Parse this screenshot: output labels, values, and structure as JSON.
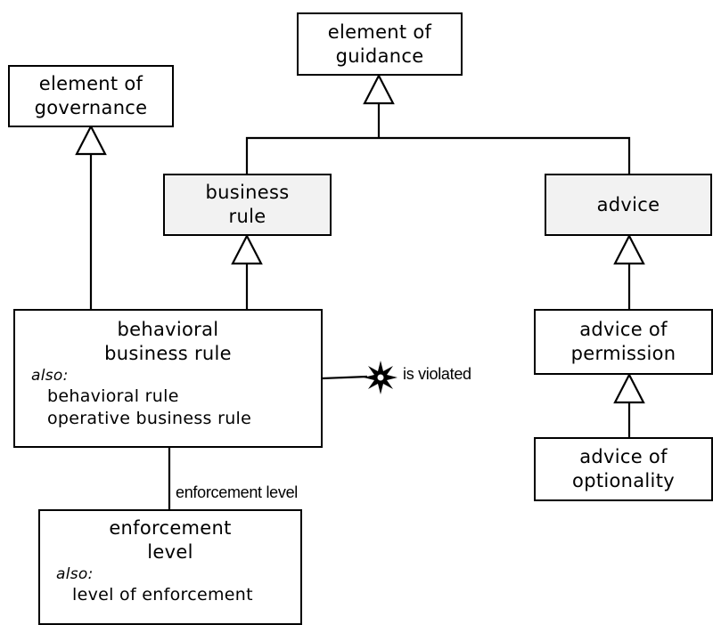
{
  "nodes": {
    "element_of_guidance": {
      "line1": "element of",
      "line2": "guidance"
    },
    "element_of_governance": {
      "line1": "element of",
      "line2": "governance"
    },
    "business_rule": {
      "line1": "business",
      "line2": "rule"
    },
    "advice": {
      "label": "advice"
    },
    "behavioral_business_rule": {
      "line1": "behavioral",
      "line2": "business rule",
      "also": "also:",
      "synonyms": [
        "behavioral rule",
        "operative business rule"
      ]
    },
    "advice_of_permission": {
      "line1": "advice of",
      "line2": "permission"
    },
    "advice_of_optionality": {
      "line1": "advice of",
      "line2": "optionality"
    },
    "enforcement_level": {
      "line1": "enforcement",
      "line2": "level",
      "also": "also:",
      "synonyms": [
        "level of enforcement"
      ]
    }
  },
  "labels": {
    "is_violated": "is violated",
    "enforcement_level_role": "enforcement level"
  },
  "colors": {
    "shaded_fill": "#f2f2f2",
    "stroke": "#000000"
  }
}
